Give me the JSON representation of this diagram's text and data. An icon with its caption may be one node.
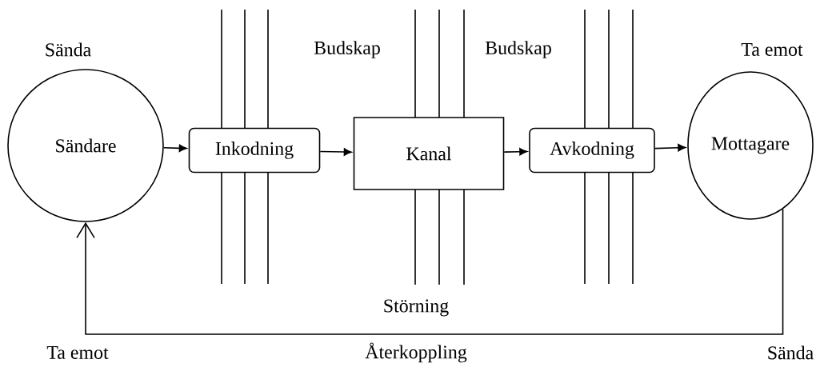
{
  "diagram": {
    "nodes": [
      {
        "text": [
          "Sändare"
        ]
      },
      {
        "text": [
          "Inkodning"
        ]
      },
      {
        "text": [
          "Kanal"
        ]
      },
      {
        "text": [
          "Avkodning"
        ]
      },
      {
        "text": [
          "Mottagare"
        ]
      }
    ],
    "edges": [
      {
        "from": 0,
        "to": 1,
        "arrow": "to"
      },
      {
        "from": 1,
        "to": 2,
        "arrow": "to"
      },
      {
        "from": 2,
        "to": 3,
        "arrow": "to"
      },
      {
        "from": 3,
        "to": 4,
        "arrow": "to"
      },
      {
        "from": 4,
        "to": 0,
        "arrow": "to",
        "label": "Återkoppling"
      }
    ],
    "labels": [
      "Sända",
      "Budskap",
      "Budskap",
      "Ta emot",
      "Störning",
      "Ta emot",
      "Sända"
    ]
  }
}
